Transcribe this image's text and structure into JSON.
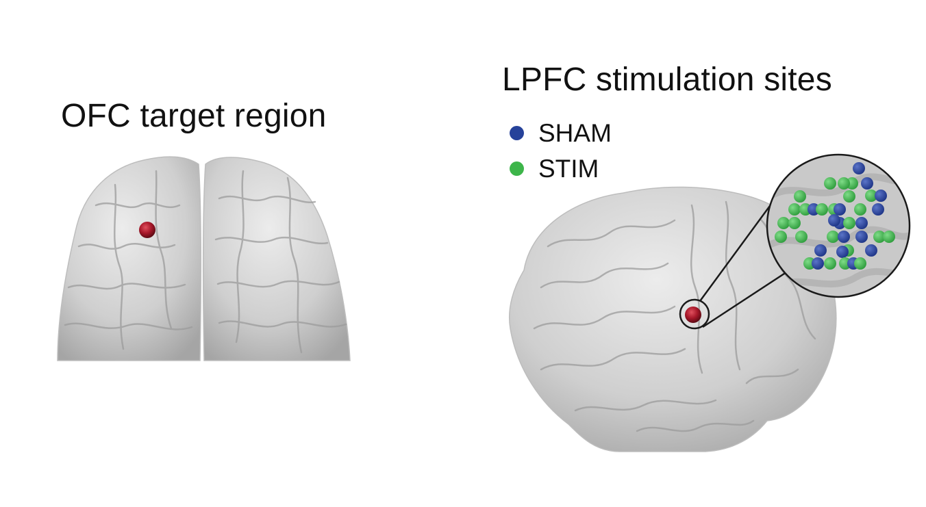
{
  "left_panel": {
    "title": "OFC target region"
  },
  "right_panel": {
    "title": "LPFC stimulation sites",
    "legend": [
      {
        "label": "SHAM",
        "color": "#26429a"
      },
      {
        "label": "STIM",
        "color": "#3db54a"
      }
    ]
  },
  "colors": {
    "brain_fill": "#d2d2d2",
    "brain_shadow": "#a9a9a9",
    "target_marker": "#a8182a",
    "inset_background": "#c9c9c9",
    "sham": "#26429a",
    "stim": "#3db54a"
  }
}
